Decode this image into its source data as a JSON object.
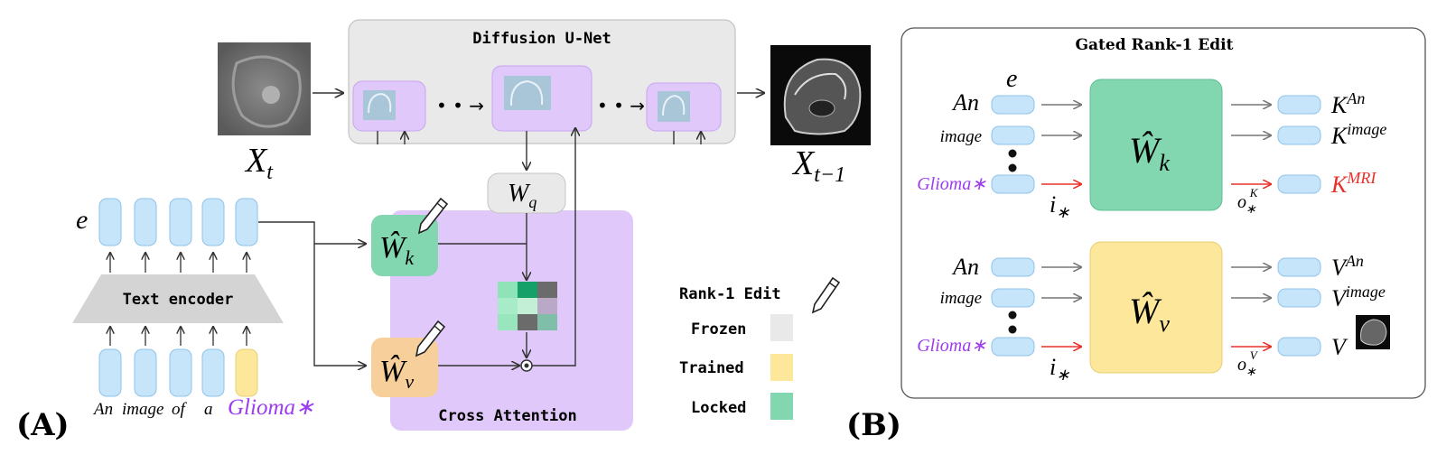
{
  "panel_a": {
    "label": "(A)",
    "unet_title": "Diffusion U-Net",
    "xt_main": "X",
    "xt_sub": "t",
    "xt1_main": "X",
    "xt1_sub": "t−1",
    "e_label": "e",
    "text_encoder": "Text encoder",
    "tokens": [
      "An",
      "image",
      "of",
      "a"
    ],
    "special_token": "Glioma∗",
    "wq_main": "W",
    "wq_sub": "q",
    "wk_main": "Ŵ",
    "wk_sub": "k",
    "wv_main": "Ŵ",
    "wv_sub": "v",
    "cross_attention": "Cross Attention",
    "dots": "• • →"
  },
  "legend": {
    "title": "Rank-1 Edit",
    "items": [
      {
        "label": "Frozen",
        "color": "#e9e9e9"
      },
      {
        "label": "Trained",
        "color": "#fde79a"
      },
      {
        "label": "Locked",
        "color": "#82d6b0"
      }
    ]
  },
  "panel_b": {
    "label": "(B)",
    "title": "Gated Rank-1 Edit",
    "e_label": "e",
    "k_inputs": [
      "An",
      "image",
      "Glioma∗"
    ],
    "v_inputs": [
      "An",
      "image",
      "Glioma∗"
    ],
    "i_star_main": "i",
    "i_star_sub": "∗",
    "ok_main": "o",
    "ok_sub": "∗",
    "ok_sup": "K",
    "ov_main": "o",
    "ov_sub": "∗",
    "ov_sup": "V",
    "wk_main": "Ŵ",
    "wk_sub": "k",
    "wv_main": "Ŵ",
    "wv_sub": "v",
    "k_outputs": [
      {
        "main": "K",
        "sup": "An"
      },
      {
        "main": "K",
        "sup": "image"
      },
      {
        "main": "K",
        "sup": "MRI"
      }
    ],
    "v_outputs": [
      {
        "main": "V",
        "sup": "An"
      },
      {
        "main": "V",
        "sup": "image"
      },
      {
        "main": "V",
        "sup": ""
      }
    ]
  },
  "colors": {
    "purple": "#e1c8fb",
    "purple_stroke": "#c9a3f2",
    "blue": "#c6e4fa",
    "blue_stroke": "#8fc3ea",
    "green": "#82d6b0",
    "yellow": "#fde79a",
    "gray": "#e9e9e9",
    "red": "#e8302a",
    "violet_text": "#9b3cf0"
  }
}
